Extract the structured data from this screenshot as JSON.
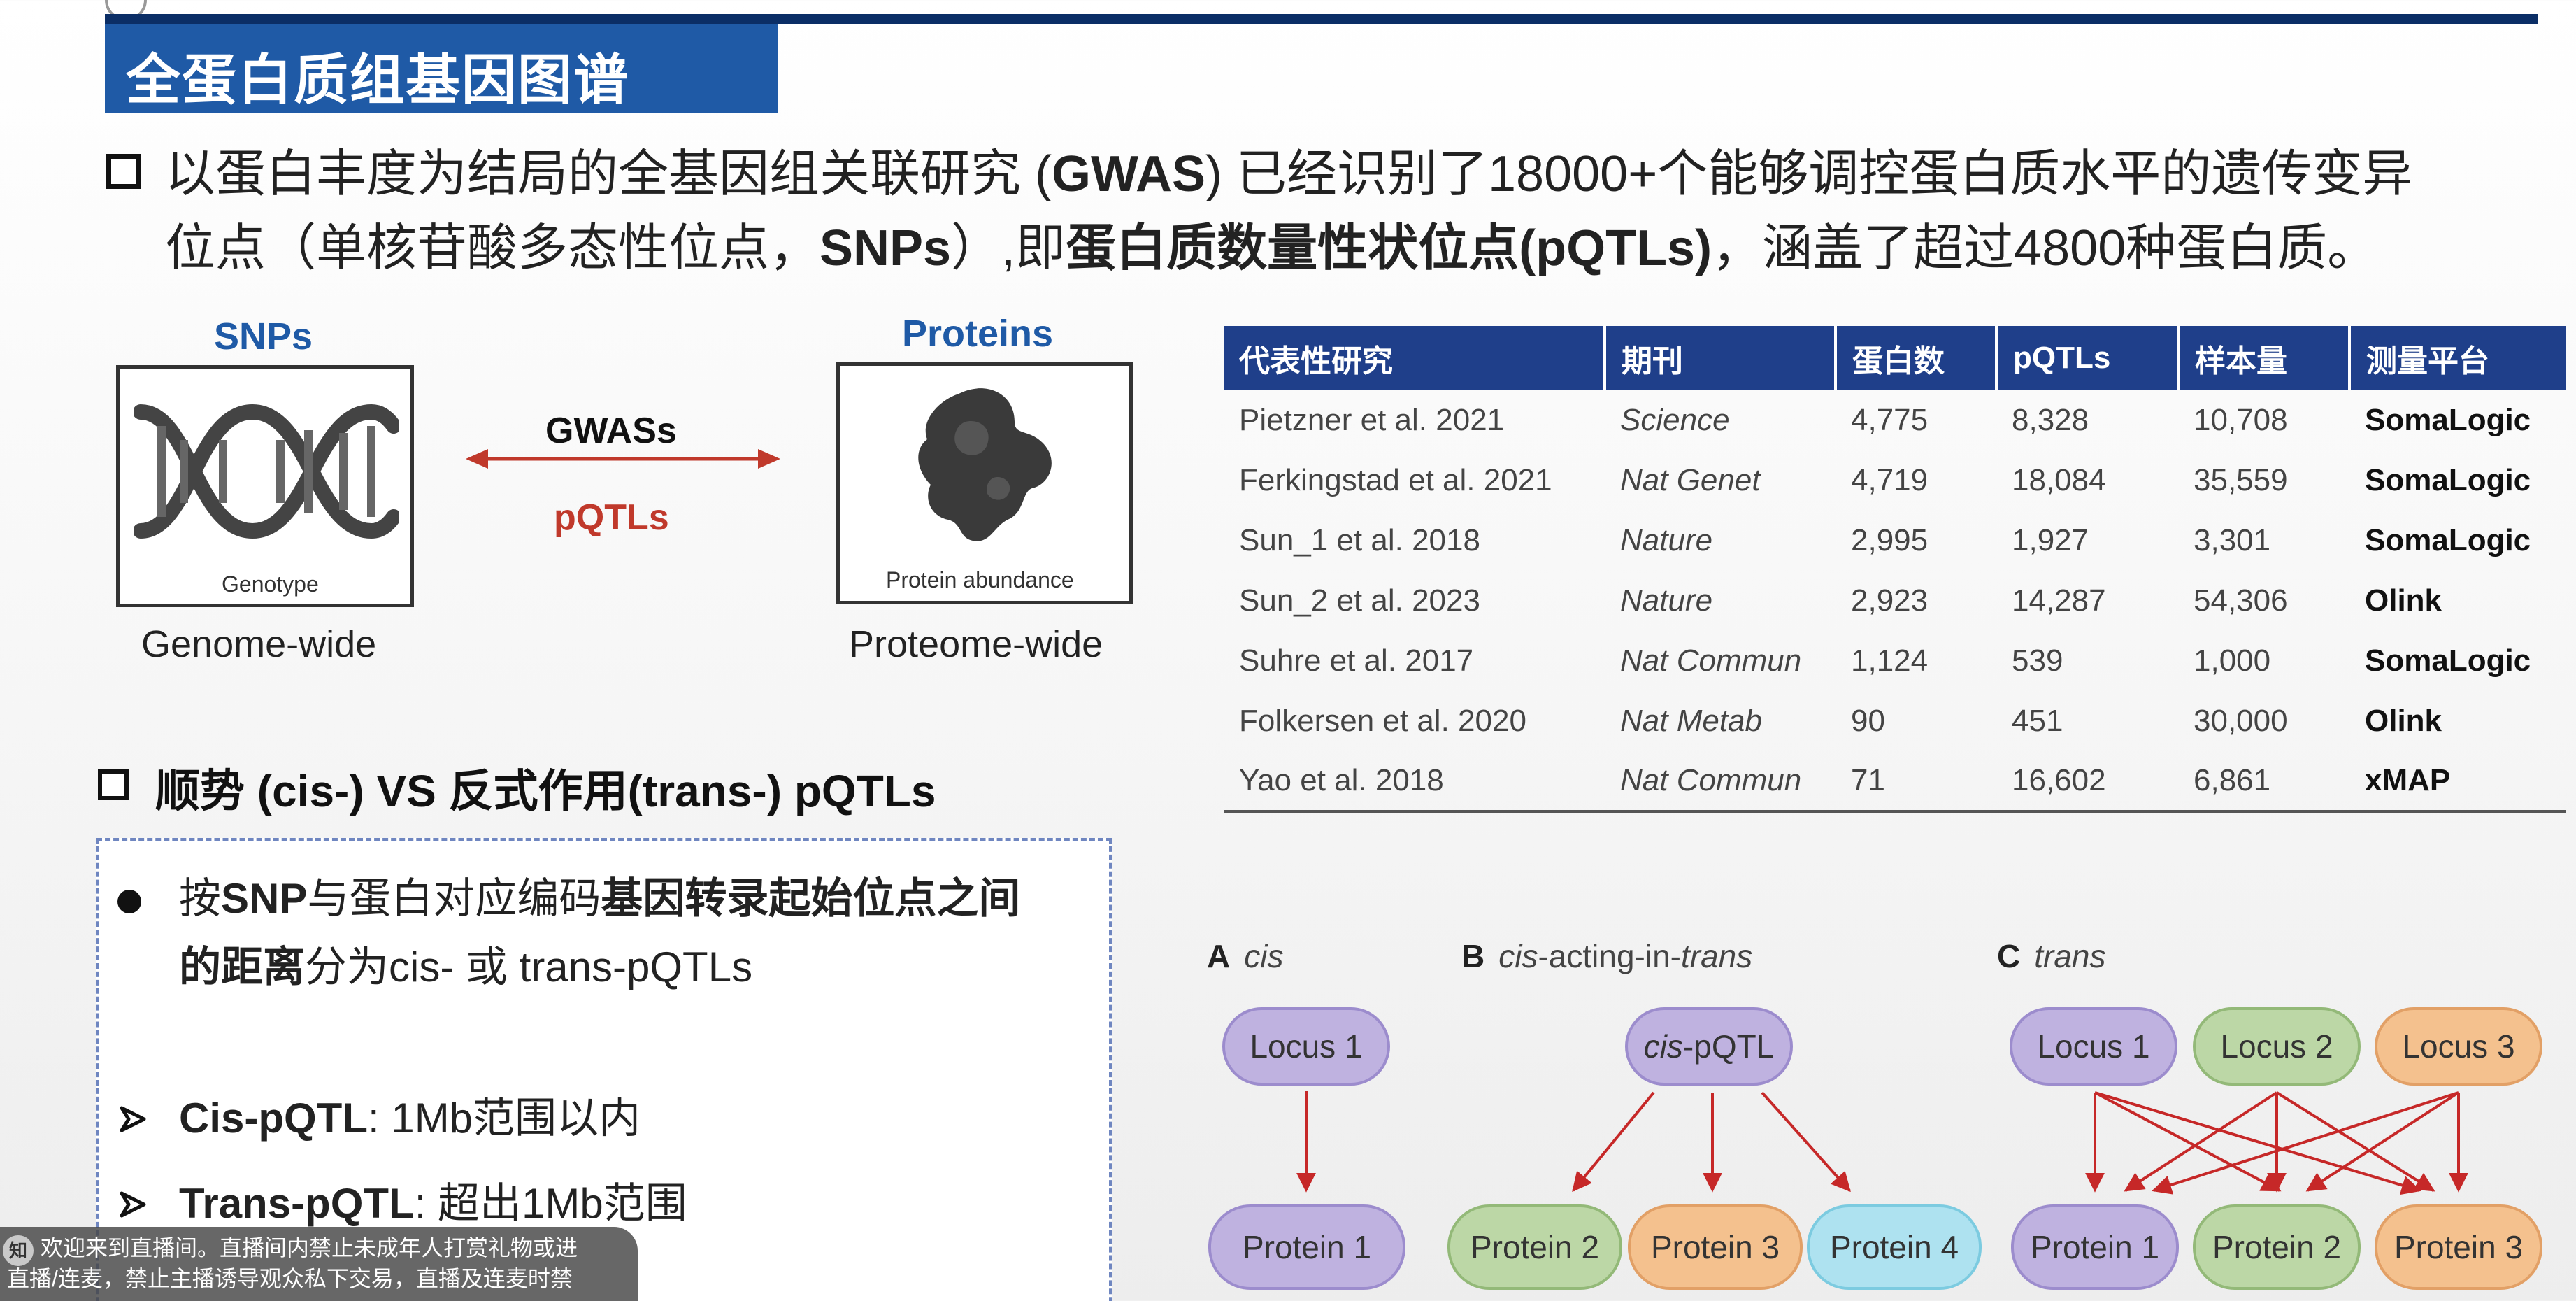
{
  "title": "全蛋白质组基因图谱",
  "intro": {
    "line1_a": "以蛋白丰度为结局的全基因组关联研究 (",
    "line1_b": "GWAS",
    "line1_c": ") 已经识别了18000+个能够调控蛋白质水平的遗传变异",
    "line2_a": "位点（单核苷酸多态性位点，",
    "line2_b": "SNPs",
    "line2_c": "）,即",
    "line2_d": "蛋白质数量性状位点(pQTLs)",
    "line2_e": "，涵盖了超过4800种蛋白质。"
  },
  "diagram": {
    "snps_label": "SNPs",
    "genotype_caption": "Genotype",
    "genome_wide": "Genome-wide",
    "gwass": "GWASs",
    "pqtls": "pQTLs",
    "proteins_label": "Proteins",
    "protein_abundance": "Protein abundance",
    "proteome_wide": "Proteome-wide",
    "colors": {
      "arrow": "#c0392b",
      "pqtls_text": "#c0392b",
      "label_blue": "#1f5aa6"
    }
  },
  "table": {
    "headers": [
      "代表性研究",
      "期刊",
      "蛋白数",
      "pQTLs",
      "样本量",
      "测量平台"
    ],
    "rows": [
      [
        "Pietzner et al. 2021",
        "Science",
        "4,775",
        "8,328",
        "10,708",
        "SomaLogic"
      ],
      [
        "Ferkingstad et al.  2021",
        "Nat Genet",
        "4,719",
        "18,084",
        "35,559",
        "SomaLogic"
      ],
      [
        "Sun_1 et al. 2018",
        "Nature",
        "2,995",
        "1,927",
        "3,301",
        "SomaLogic"
      ],
      [
        "Sun_2 et al. 2023",
        "Nature",
        "2,923",
        "14,287",
        "54,306",
        "Olink"
      ],
      [
        "Suhre et al. 2017",
        "Nat Commun",
        "1,124",
        "539",
        "1,000",
        "SomaLogic"
      ],
      [
        "Folkersen et al. 2020",
        "Nat Metab",
        "90",
        "451",
        "30,000",
        "Olink"
      ],
      [
        "Yao et al. 2018",
        "Nat Commun",
        "71",
        "16,602",
        "6,861",
        "xMAP"
      ]
    ]
  },
  "section2": {
    "heading": "顺势 (cis-) VS 反式作用(trans-) pQTLs",
    "bullet1_a": "按",
    "bullet1_b": "SNP",
    "bullet1_c": "与蛋白对应编码",
    "bullet1_d": "基因转录起始位点之间",
    "bullet1_e": "的距离",
    "bullet1_f": "分为cis- 或 trans-pQTLs",
    "cis_label": "Cis-pQTL",
    "cis_text": ": 1Mb范围以内",
    "trans_label": "Trans-pQTL",
    "trans_text": ": 超出1Mb范围"
  },
  "panels": {
    "a_letter": "A",
    "a_title": "cis",
    "b_letter": "B",
    "b_title_1": "cis",
    "b_title_2": "-acting-in-",
    "b_title_3": "trans",
    "c_letter": "C",
    "c_title": "trans",
    "a_locus": "Locus 1",
    "a_protein": "Protein 1",
    "b_cis_pqtl_1": "cis",
    "b_cis_pqtl_2": "-pQTL",
    "b_protein2": "Protein 2",
    "b_protein3": "Protein 3",
    "b_protein4": "Protein 4",
    "c_locus1": "Locus 1",
    "c_locus2": "Locus 2",
    "c_locus3": "Locus 3",
    "c_protein1": "Protein 1",
    "c_protein2": "Protein 2",
    "c_protein3": "Protein 3"
  },
  "notice": {
    "badge": "知",
    "line1": "欢迎来到直播间。直播间内禁止未成年人打赏礼物或进",
    "line2": "直播/连麦，禁止主播诱导观众私下交易，直播及连麦时禁"
  }
}
